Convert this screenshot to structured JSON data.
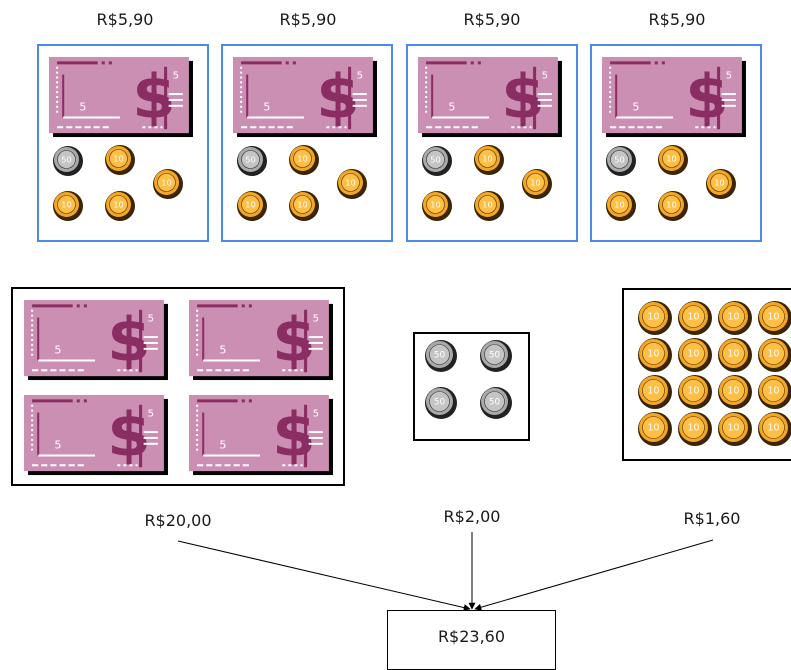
{
  "top_groups": [
    {
      "price": "R$5,90",
      "note_value": "5",
      "coin_values": [
        "50",
        "10",
        "10",
        "10",
        "10"
      ]
    },
    {
      "price": "R$5,90",
      "note_value": "5",
      "coin_values": [
        "50",
        "10",
        "10",
        "10",
        "10"
      ]
    },
    {
      "price": "R$5,90",
      "note_value": "5",
      "coin_values": [
        "50",
        "10",
        "10",
        "10",
        "10"
      ]
    },
    {
      "price": "R$5,90",
      "note_value": "5",
      "coin_values": [
        "50",
        "10",
        "10",
        "10",
        "10"
      ]
    }
  ],
  "sums": {
    "notes": {
      "label": "R$20,00",
      "count": 4,
      "note_value": "5"
    },
    "coins50": {
      "label": "R$2,00",
      "count": 4,
      "coin_value": "50"
    },
    "coins10": {
      "label": "R$1,60",
      "count": 16,
      "coin_value": "10"
    }
  },
  "total": "R$23,60",
  "colors": {
    "note": "#cc8fb4",
    "note_dark": "#8a2d62",
    "coin_gold": "#f5a623",
    "coin_gold_edge": "#3a2500",
    "coin_silver": "#a9a9a9",
    "group_border": "#4a8be8"
  }
}
